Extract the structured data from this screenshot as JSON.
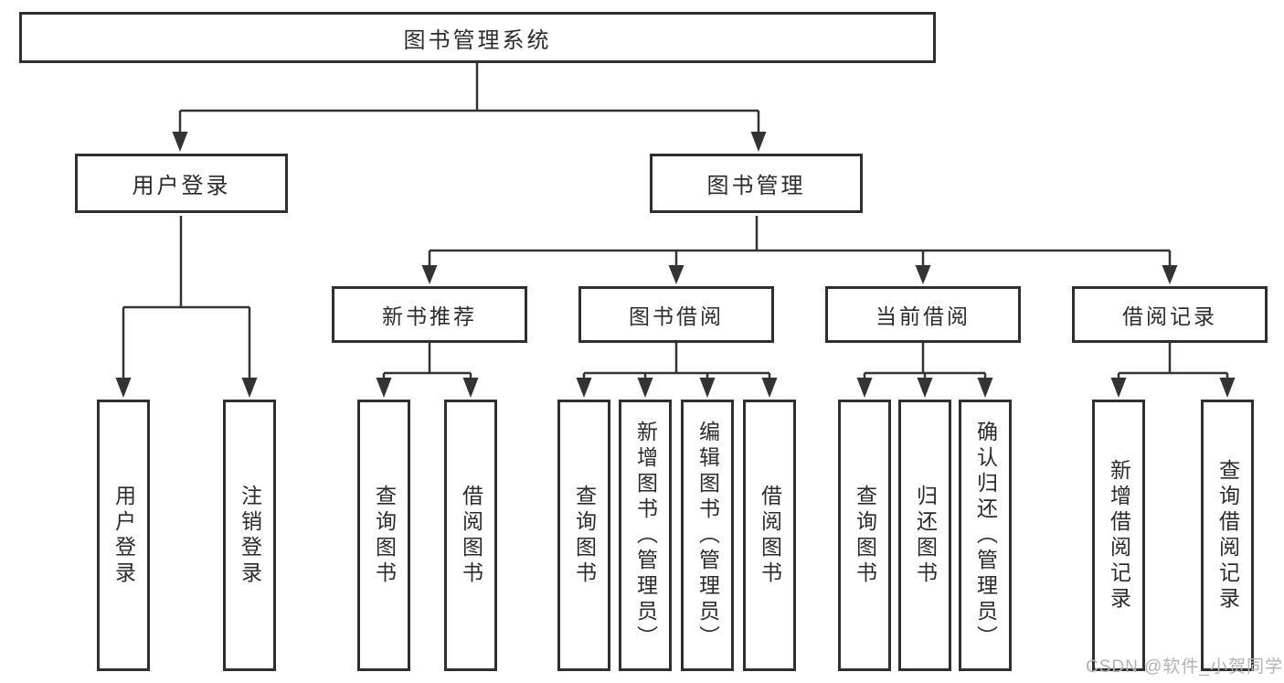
{
  "diagram": {
    "root": "图书管理系统",
    "level2": {
      "user_login": "用户登录",
      "book_mgmt": "图书管理"
    },
    "level3": {
      "new_book": "新书推荐",
      "book_borrow": "图书借阅",
      "current_borrow": "当前借阅",
      "borrow_record": "借阅记录"
    },
    "leaves": {
      "user_login": [
        "用户登录",
        "注销登录"
      ],
      "new_book": [
        "查询图书",
        "借阅图书"
      ],
      "book_borrow": [
        "查询图书",
        "新增图书（管理员）",
        "编辑图书（管理员）",
        "借阅图书"
      ],
      "current_borrow": [
        "查询图书",
        "归还图书",
        "确认归还（管理员）"
      ],
      "borrow_record": [
        "新增借阅记录",
        "查询借阅记录"
      ]
    }
  },
  "watermark": "CSDN @软件_小贺同学",
  "colors": {
    "line": "#333333",
    "text": "#2b2b2b",
    "background": "#ffffff",
    "watermark": "#b3b3b3"
  }
}
